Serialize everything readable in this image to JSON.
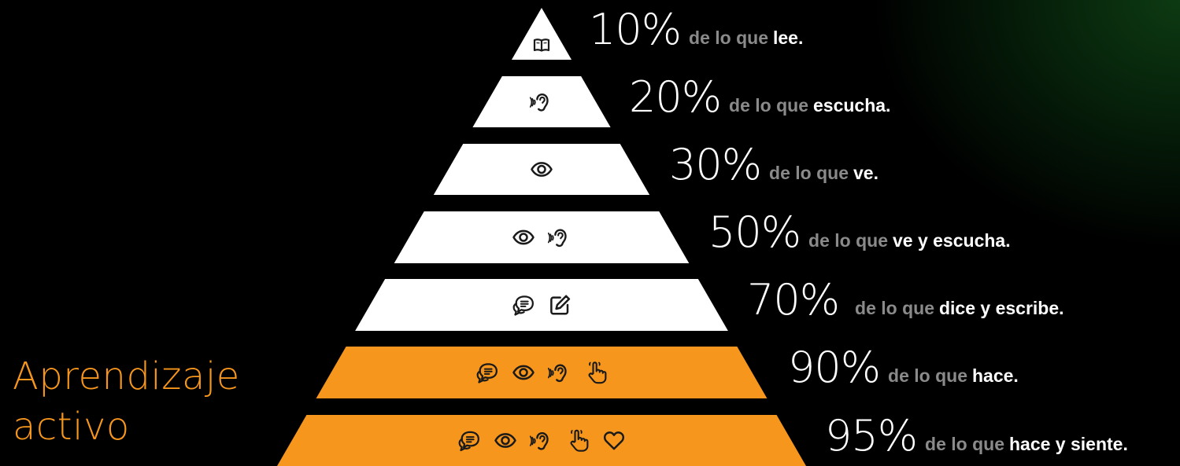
{
  "colors": {
    "tier_white": "#ffffff",
    "tier_orange": "#f7961d",
    "icon": "#1a1a1a",
    "background": "#000000",
    "accent_green": "#0d3a12"
  },
  "side_title": {
    "line1": "Aprendizaje",
    "line2": "activo"
  },
  "tiers": [
    {
      "percent": "10%",
      "prefix": "de lo que",
      "activity": "lee.",
      "color": "white",
      "icons": [
        "book-icon"
      ]
    },
    {
      "percent": "20%",
      "prefix": "de lo que",
      "activity": "escucha.",
      "color": "white",
      "icons": [
        "ear-icon"
      ]
    },
    {
      "percent": "30%",
      "prefix": "de lo que",
      "activity": "ve.",
      "color": "white",
      "icons": [
        "eye-icon"
      ]
    },
    {
      "percent": "50%",
      "prefix": "de lo que",
      "activity": "ve y escucha.",
      "color": "white",
      "icons": [
        "eye-icon",
        "ear-icon"
      ]
    },
    {
      "percent": "70%",
      "prefix": "de lo que",
      "activity": "dice y escribe.",
      "color": "white",
      "icons": [
        "chat-icon",
        "edit-icon"
      ]
    },
    {
      "percent": "90%",
      "prefix": "de lo que",
      "activity": "hace.",
      "color": "orange",
      "icons": [
        "chat-icon",
        "eye-icon",
        "ear-icon",
        "hand-pointer-icon"
      ]
    },
    {
      "percent": "95%",
      "prefix": "de lo que",
      "activity": "hace y siente.",
      "color": "orange",
      "icons": [
        "chat-icon",
        "eye-icon",
        "ear-icon",
        "hand-pointer-icon",
        "heart-icon"
      ]
    }
  ]
}
